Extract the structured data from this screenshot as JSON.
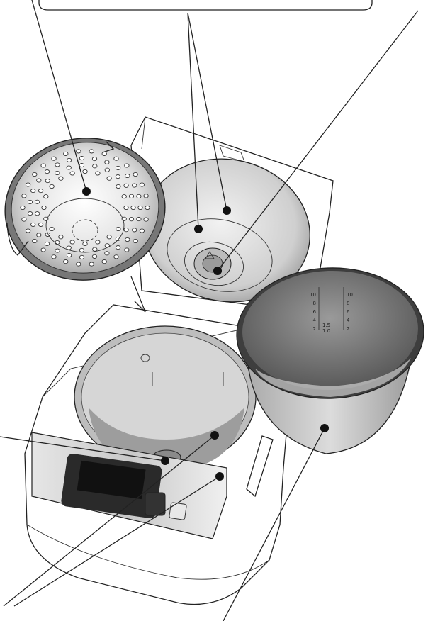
{
  "figure": {
    "scale_markings": {
      "left_numbers": [
        "10",
        "8",
        "6",
        "4",
        "2"
      ],
      "right_numbers": [
        "10",
        "8",
        "6",
        "4",
        "2"
      ],
      "mid_numbers": [
        "1.5",
        "1.0"
      ]
    }
  }
}
